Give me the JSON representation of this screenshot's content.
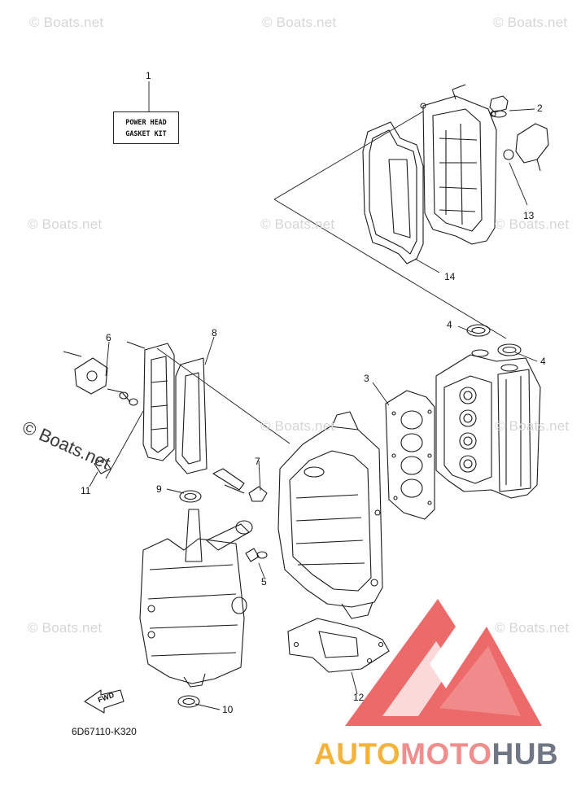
{
  "watermark_text": "© Boats.net",
  "kit_label": {
    "line1": "POWER HEAD",
    "line2": "GASKET KIT"
  },
  "diagram_code": "6D67110-K320",
  "fwd_label": "FWD",
  "brand": {
    "part1": "AUTO",
    "part2": "MOTO",
    "part3": "HUB"
  },
  "colors": {
    "logo_red": "#e84040",
    "logo_pink": "#f4a0a0",
    "brand_orange": "#f6b33a",
    "brand_pink": "#f08d8d",
    "brand_gray": "#6f7785"
  },
  "callouts": {
    "c1": "1",
    "c2": "2",
    "c3": "3",
    "c4a": "4",
    "c4b": "4",
    "c5": "5",
    "c6": "6",
    "c7": "7",
    "c8": "8",
    "c9": "9",
    "c10": "10",
    "c11": "11",
    "c12": "12",
    "c13": "13",
    "c14": "14"
  }
}
